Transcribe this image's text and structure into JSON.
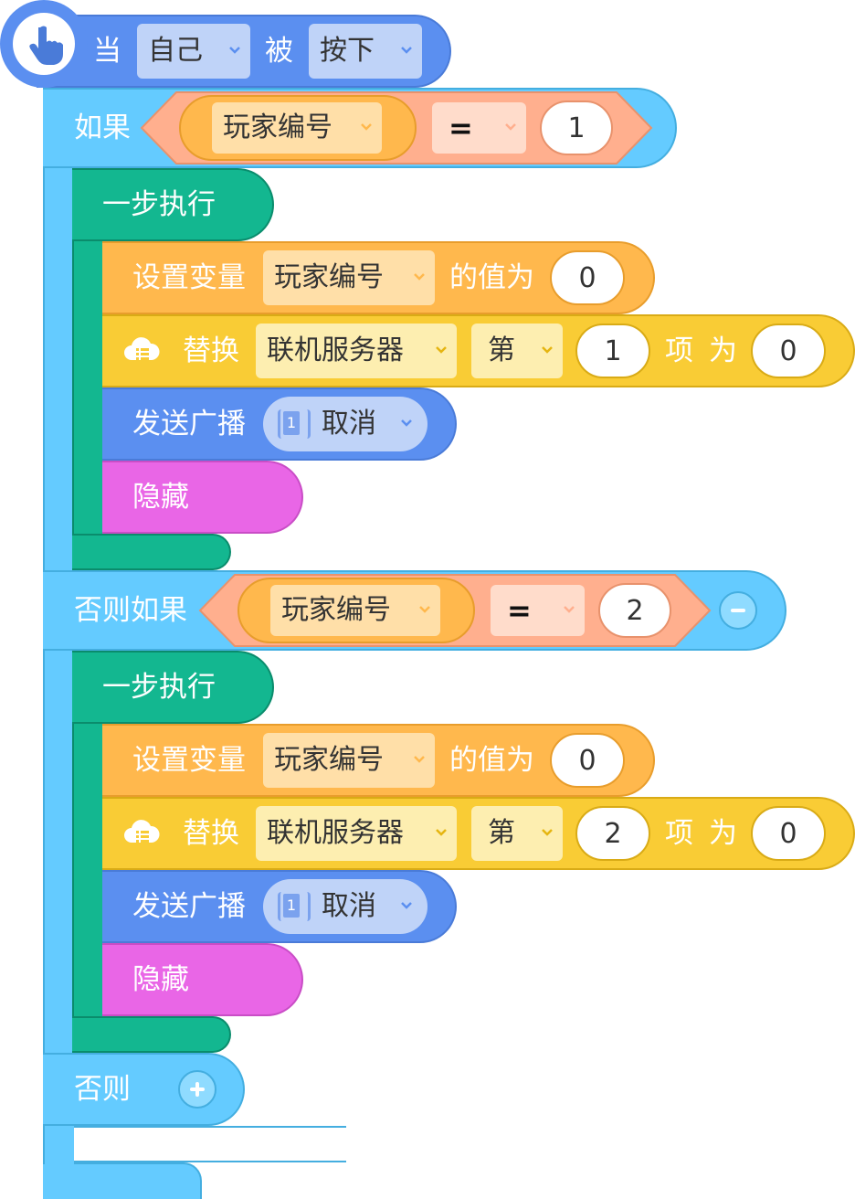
{
  "hat": {
    "when": "当",
    "target": "自己",
    "verb": "被",
    "action": "按下"
  },
  "if_block": {
    "if_label": "如果",
    "elseif_label": "否则如果",
    "else_label": "否则"
  },
  "branches": [
    {
      "variable": "玩家编号",
      "operator": "=",
      "compare_value": "1",
      "sequence_label": "一步执行",
      "set_var": {
        "label": "设置变量",
        "name": "玩家编号",
        "mid": "的值为",
        "value": "0"
      },
      "replace": {
        "label": "替换",
        "list": "联机服务器",
        "index_mode": "第",
        "index": "1",
        "item_label": "项",
        "as_label": "为",
        "value": "0"
      },
      "broadcast": {
        "label": "发送广播",
        "message": "取消",
        "badge": "1"
      },
      "hide": {
        "label": "隐藏"
      }
    },
    {
      "variable": "玩家编号",
      "operator": "=",
      "compare_value": "2",
      "sequence_label": "一步执行",
      "set_var": {
        "label": "设置变量",
        "name": "玩家编号",
        "mid": "的值为",
        "value": "0"
      },
      "replace": {
        "label": "替换",
        "list": "联机服务器",
        "index_mode": "第",
        "index": "2",
        "item_label": "项",
        "as_label": "为",
        "value": "0"
      },
      "broadcast": {
        "label": "发送广播",
        "message": "取消",
        "badge": "1"
      },
      "hide": {
        "label": "隐藏"
      }
    }
  ],
  "icons": {
    "hat": "hand-pointer-icon",
    "cloud": "cloud-list-icon",
    "remove": "minus-icon",
    "add": "plus-icon",
    "dropdown": "chevron-down-icon"
  },
  "colors": {
    "event": "#5b8ff0",
    "control": "#64cbff",
    "sequence": "#13b790",
    "variable": "#ffb84d",
    "cloud": "#f9cc35",
    "broadcast": "#5b8ff0",
    "looks": "#e966e6",
    "operator": "#ffaf8e"
  }
}
